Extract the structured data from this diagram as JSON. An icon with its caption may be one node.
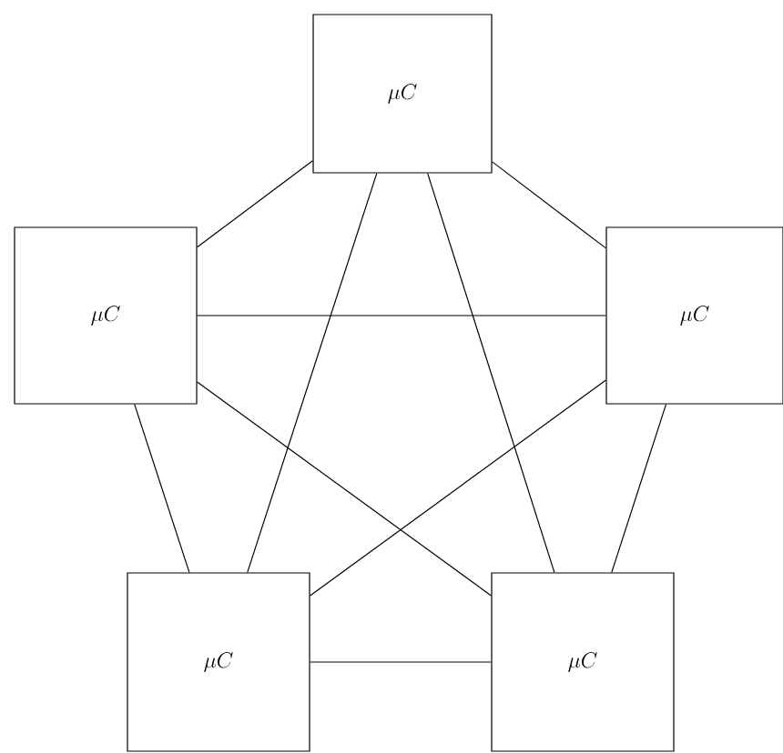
{
  "diagram": {
    "nodes": [
      {
        "text": [
          "\\mu C"
        ]
      },
      {
        "text": [
          "\\mu C"
        ]
      },
      {
        "text": [
          "\\mu C"
        ]
      },
      {
        "text": [
          "\\mu C"
        ]
      },
      {
        "text": [
          "\\mu C"
        ]
      }
    ],
    "edges": [
      {
        "from": 0,
        "to": 1,
        "arrow": "none"
      },
      {
        "from": 0,
        "to": 2,
        "arrow": "none"
      },
      {
        "from": 0,
        "to": 3,
        "arrow": "none"
      },
      {
        "from": 0,
        "to": 4,
        "arrow": "none"
      },
      {
        "from": 1,
        "to": 2,
        "arrow": "none"
      },
      {
        "from": 1,
        "to": 3,
        "arrow": "none"
      },
      {
        "from": 1,
        "to": 4,
        "arrow": "none"
      },
      {
        "from": 2,
        "to": 3,
        "arrow": "none"
      },
      {
        "from": 2,
        "to": 4,
        "arrow": "none"
      },
      {
        "from": 3,
        "to": 4,
        "arrow": "none"
      }
    ]
  }
}
